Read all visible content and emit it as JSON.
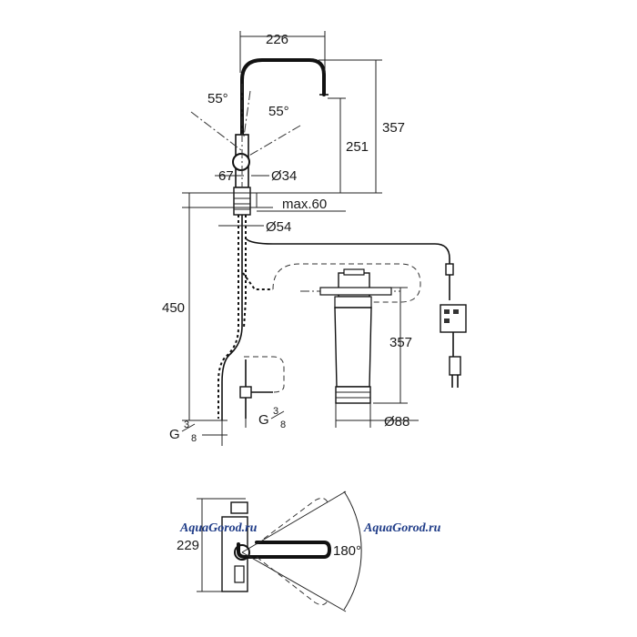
{
  "dimensions": {
    "spout_reach": "226",
    "total_height": "357",
    "spout_height": "251",
    "angle_left": "55°",
    "angle_right": "55°",
    "base_offset": "67",
    "hole_diameter": "Ø34",
    "max_thickness": "max.60",
    "base_diameter": "Ø54",
    "hose_length": "450",
    "filter_height": "357",
    "filter_diameter": "Ø88",
    "thread_left": "G",
    "thread_left_frac_num": "3",
    "thread_left_frac_den": "8",
    "thread_right": "G",
    "thread_right_frac_num": "3",
    "thread_right_frac_den": "8",
    "top_view_depth": "229",
    "swivel_angle": "180°"
  },
  "watermarks": {
    "left": "AquaGorod.ru",
    "right": "AquaGorod.ru"
  }
}
